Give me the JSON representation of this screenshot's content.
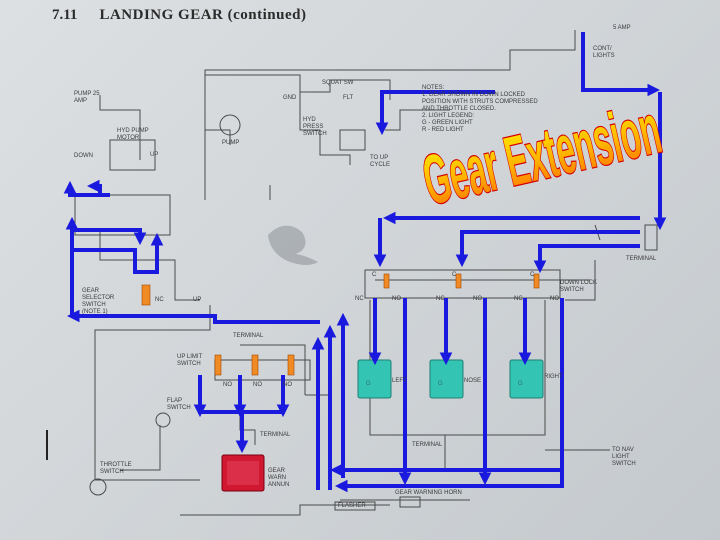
{
  "header": {
    "section_number": "7.11",
    "title": "LANDING GEAR (continued)"
  },
  "overlay_title": "Gear Extension",
  "notes": [
    "NOTES:",
    "1. GEAR SHOWN IN DOWN LOCKED",
    "POSITION WITH STRUTS COMPRESSED",
    "AND THROTTLE CLOSED.",
    "2. LIGHT LEGEND:",
    "G - GREEN LIGHT",
    "R - RED LIGHT"
  ],
  "labels": {
    "five_amp": "5 AMP",
    "cont_lights": "CONT/ LIGHTS",
    "pump_amp": "PUMP 25 AMP",
    "squat_sw": "SQUAT SW",
    "gnd": "GND",
    "flt": "FLT",
    "hyd_pump_motor": "HYD PUMP MOTOR",
    "down": "DOWN",
    "up": "UP",
    "pump": "PUMP",
    "hyd_press_switch": "HYD PRESS SWITCH",
    "to_up_cycle": "TO UP CYCLE",
    "gear_selector_switch": "GEAR SELECTOR SWITCH (NOTE 1)",
    "terminal": "TERMINAL",
    "down_lock_switch": "DOWN LOCK SWITCH",
    "up_limit_switch": "UP LIMIT SWITCH",
    "flap_switch": "FLAP SWITCH",
    "throttle_switch": "THROTTLE SWITCH",
    "gear_warn_annun": "GEAR WARN ANNUN",
    "to_nav_light_switch": "TO NAV LIGHT SWITCH",
    "gear_warning_horn": "GEAR WARNING HORN",
    "flasher": "FLASHER",
    "nc": "NC",
    "no": "NO",
    "c": "C",
    "nose": "NOSE",
    "left": "LEFT",
    "right": "RIGHT"
  },
  "colors": {
    "arrow": "#1a1adf",
    "title_fill": "#ffcc00",
    "title_stroke": "#d40000",
    "light_green": "#33c4b4",
    "warn_red": "#d01830",
    "fuse_orange": "#f08a24",
    "wire": "#4a4a4a"
  }
}
